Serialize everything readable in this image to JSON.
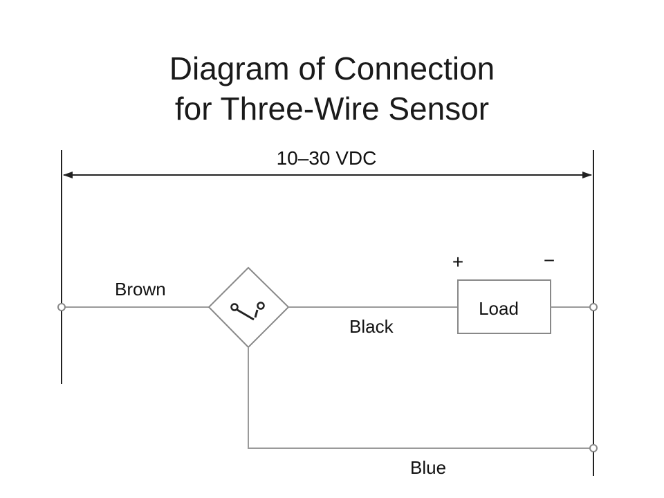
{
  "title": {
    "line1": "Diagram of Connection",
    "line2": "for Three-Wire Sensor"
  },
  "diagram": {
    "supply_voltage": "10–30 VDC",
    "wires": {
      "brown": "Brown",
      "black": "Black",
      "blue": "Blue"
    },
    "load": {
      "label": "Load",
      "plus": "+",
      "minus": "−"
    },
    "colors": {
      "line": "#222222",
      "wire": "#9a9a9a",
      "background": "#ffffff"
    }
  }
}
